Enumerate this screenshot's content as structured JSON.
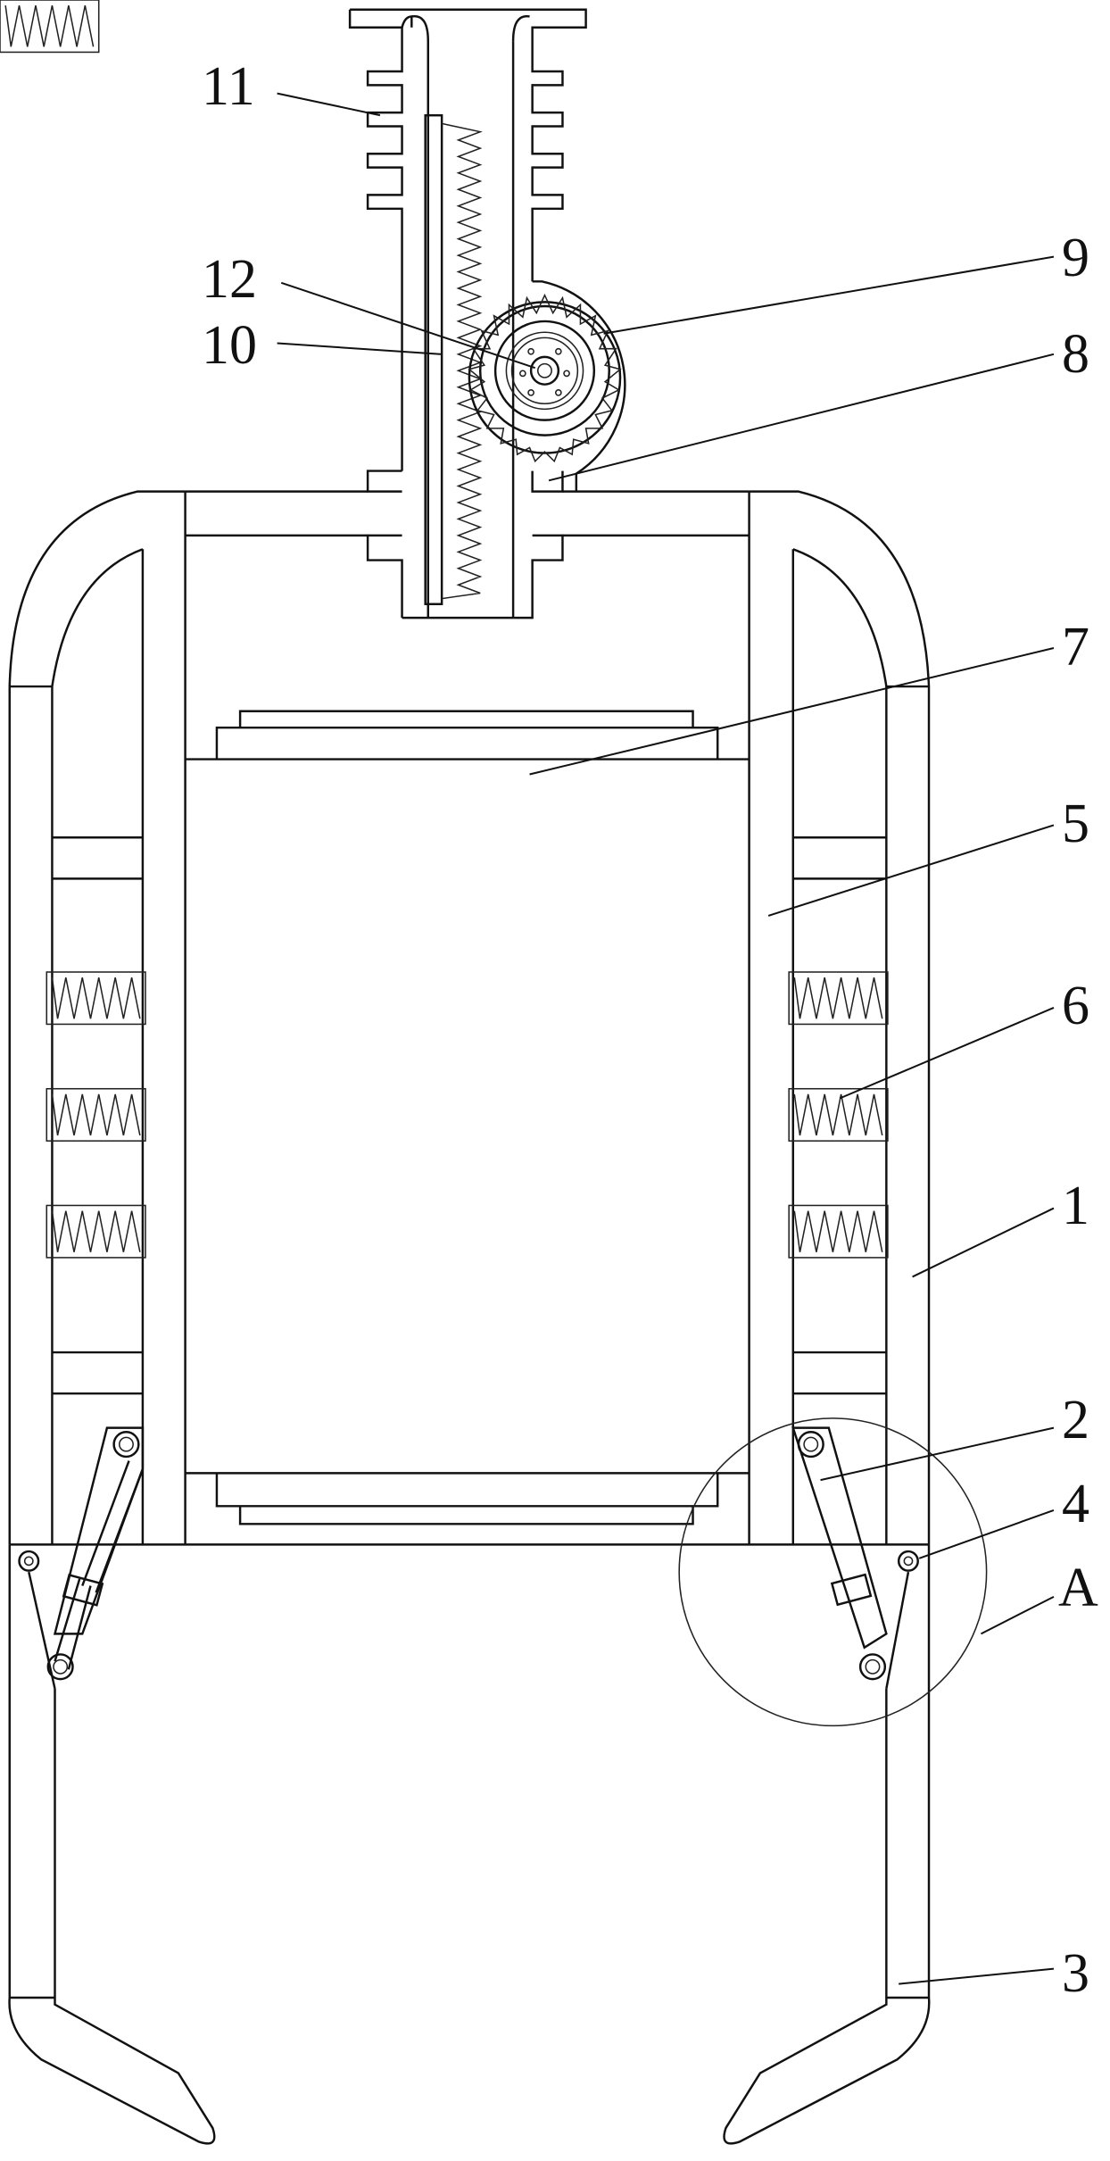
{
  "figure": {
    "type": "patent mechanical line drawing",
    "description": "Front view of a gripping device with rack-and-pinion lifting column, frame, springs, clamping arms and detail circle A"
  },
  "labels": [
    {
      "id": "11",
      "text": "11",
      "part": "heat-dissipation fins / column housing"
    },
    {
      "id": "12",
      "text": "12",
      "part": "gear shaft"
    },
    {
      "id": "10",
      "text": "10",
      "part": "rack"
    },
    {
      "id": "9",
      "text": "9",
      "part": "gear"
    },
    {
      "id": "8",
      "text": "8",
      "part": "gear housing"
    },
    {
      "id": "7",
      "text": "7",
      "part": "clamped block"
    },
    {
      "id": "5",
      "text": "5",
      "part": "inner frame"
    },
    {
      "id": "6",
      "text": "6",
      "part": "spring"
    },
    {
      "id": "1",
      "text": "1",
      "part": "outer frame"
    },
    {
      "id": "2",
      "text": "2",
      "part": "telescopic rod"
    },
    {
      "id": "4",
      "text": "4",
      "part": "hinge pin"
    },
    {
      "id": "A",
      "text": "A",
      "part": "detail circle"
    },
    {
      "id": "3",
      "text": "3",
      "part": "clamping claw"
    }
  ]
}
